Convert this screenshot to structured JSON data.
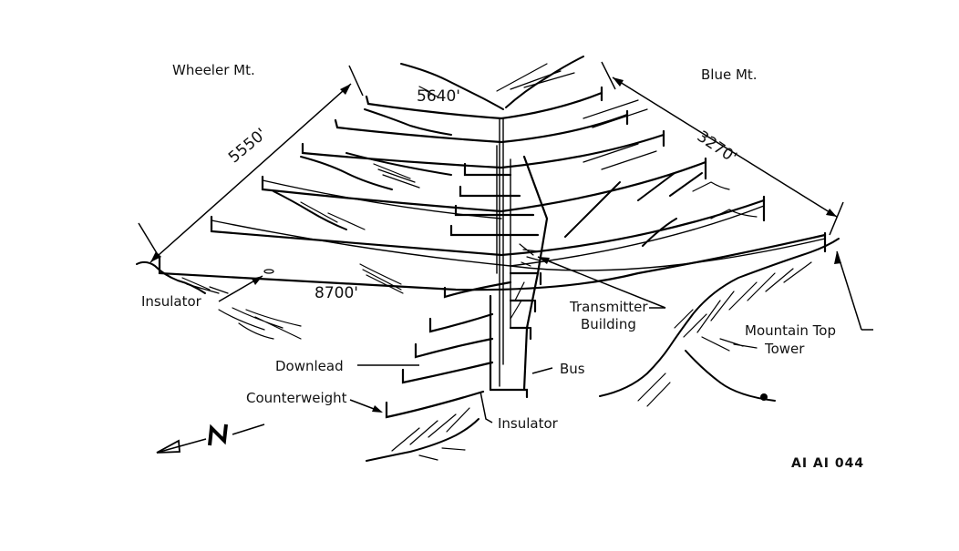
{
  "figure": {
    "mountains": {
      "left": "Wheeler Mt.",
      "right": "Blue Mt."
    },
    "dimensions": {
      "wheeler_side": "5550'",
      "valley_span": "5640'",
      "blue_side": "3270'",
      "main_span": "8700'"
    },
    "callouts": {
      "insulator_span": "Insulator",
      "downlead": "Downlead",
      "counterweight": "Counterweight",
      "insulator_base": "Insulator",
      "bus": "Bus",
      "transmitter_building_line1": "Transmitter",
      "transmitter_building_line2": "Building",
      "mountain_top_tower_line1": "Mountain Top",
      "mountain_top_tower_line2": "Tower"
    },
    "north_arrow": {
      "letter": "N",
      "icon": "north-arrow-icon"
    },
    "figure_code": "AI AI 044"
  }
}
